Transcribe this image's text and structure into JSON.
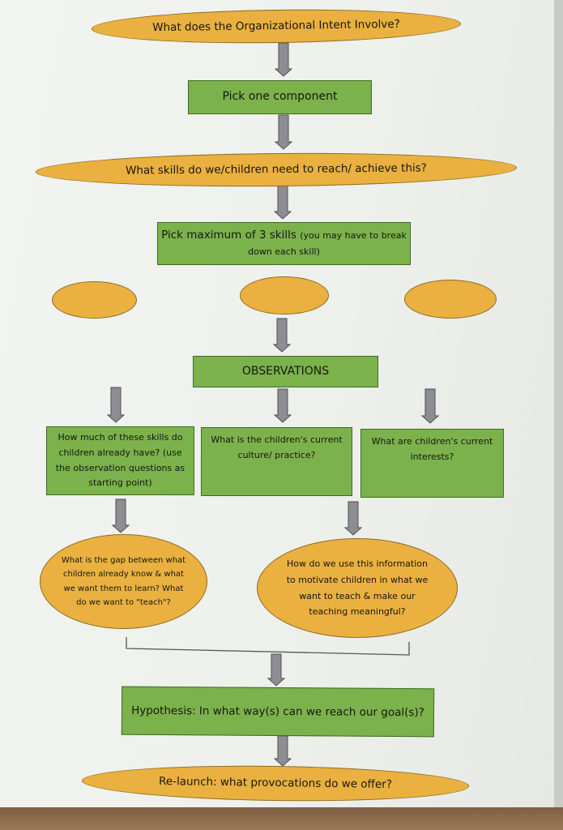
{
  "diagram": {
    "nodes": [
      {
        "id": "org-intent",
        "shape": "oval",
        "text": "What does the Organizational Intent Involve?"
      },
      {
        "id": "pick-component",
        "shape": "box",
        "text": "Pick one component"
      },
      {
        "id": "skills-needed",
        "shape": "oval",
        "text": "What skills do we/children need to reach/ achieve this?"
      },
      {
        "id": "pick-skills",
        "shape": "box",
        "text": "Pick maximum of 3 skills",
        "note": "(you may have to break down each skill)"
      },
      {
        "id": "skill-1",
        "shape": "oval",
        "text": ""
      },
      {
        "id": "skill-2",
        "shape": "oval",
        "text": ""
      },
      {
        "id": "skill-3",
        "shape": "oval",
        "text": ""
      },
      {
        "id": "observations",
        "shape": "box",
        "text": "OBSERVATIONS"
      },
      {
        "id": "existing-skills",
        "shape": "box",
        "text": "How much of these skills do children already have? (use the observation questions as starting point)"
      },
      {
        "id": "current-culture",
        "shape": "box",
        "text": "What is the children's current culture/ practice?"
      },
      {
        "id": "current-interests",
        "shape": "box",
        "text": "What are children's current interests?"
      },
      {
        "id": "gap",
        "shape": "oval",
        "text": "What is the gap between what children already know & what we want them to learn? What do we want to \"teach\"?"
      },
      {
        "id": "use-info",
        "shape": "oval",
        "text": "How do we use this information to motivate children in what we want to teach & make our teaching meaningful?"
      },
      {
        "id": "hypothesis",
        "shape": "box",
        "text": "Hypothesis: In what way(s) can we reach our goal(s)?"
      },
      {
        "id": "relaunch",
        "shape": "oval",
        "text": "Re-launch: what provocations do we offer?"
      }
    ],
    "edges": [
      {
        "from": "org-intent",
        "to": "pick-component"
      },
      {
        "from": "pick-component",
        "to": "skills-needed"
      },
      {
        "from": "skills-needed",
        "to": "pick-skills"
      },
      {
        "from": "skill-2",
        "to": "observations"
      },
      {
        "from": "observations",
        "to": "existing-skills"
      },
      {
        "from": "observations",
        "to": "current-culture"
      },
      {
        "from": "observations",
        "to": "current-interests"
      },
      {
        "from": "existing-skills",
        "to": "gap"
      },
      {
        "from": "current-culture",
        "to": "use-info"
      },
      {
        "from": "gap",
        "to": "hypothesis"
      },
      {
        "from": "use-info",
        "to": "hypothesis"
      },
      {
        "from": "hypothesis",
        "to": "relaunch"
      }
    ],
    "colors": {
      "box_fill": "#7cb24c",
      "box_border": "#3f6a22",
      "oval_fill": "#eab140",
      "oval_border": "#8e6a20",
      "arrow_fill": "#8d8d93",
      "arrow_stroke": "#4e4e55",
      "connector": "#555555"
    }
  }
}
